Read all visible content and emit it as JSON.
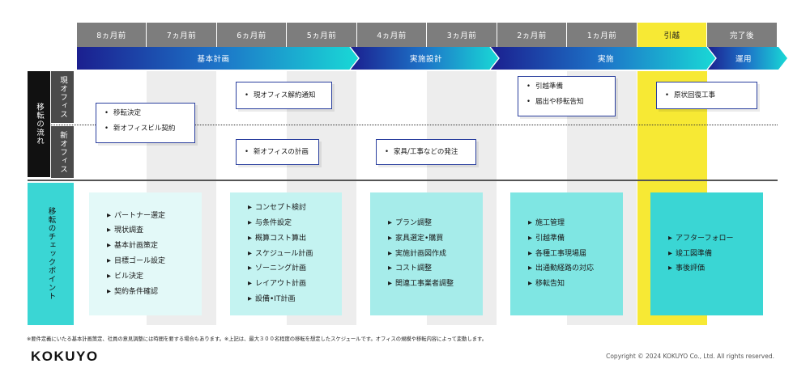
{
  "timeline": {
    "months": [
      "8ヵ月前",
      "7ヵ月前",
      "6ヵ月前",
      "5ヵ月前",
      "4ヵ月前",
      "3ヵ月前",
      "2ヵ月前",
      "1ヵ月前",
      "引越",
      "完了後"
    ],
    "highlight_month": "引越",
    "phases": [
      "基本計画",
      "実施設計",
      "実施",
      "運用"
    ]
  },
  "sidebar": {
    "flow_label": "移転の流れ",
    "current_office_label": "現オフィス",
    "new_office_label": "新オフィス",
    "checkpoint_label": "移転のチェックポイント"
  },
  "tasks": {
    "relocation_decision": [
      "移転決定",
      "新オフィスビル契約"
    ],
    "cancellation_notice": [
      "現オフィス解約通知"
    ],
    "new_office_plan": [
      "新オフィスの計画"
    ],
    "furniture_order": [
      "家具/工事などの発注"
    ],
    "moving_prep": [
      "引越準備",
      "届出や移転告知"
    ],
    "restoration": [
      "原状回復工事"
    ]
  },
  "checkpoints": [
    [
      "パートナー選定",
      "現状調査",
      "基本計画策定",
      "目標ゴール設定",
      "ビル決定",
      "契約条件確認"
    ],
    [
      "コンセプト検討",
      "与条件設定",
      "概算コスト算出",
      "スケジュール計画",
      "ゾーニング計画",
      "レイアウト計画",
      "設備•IT計画"
    ],
    [
      "プラン調整",
      "家具選定•購買",
      "実施計画図作成",
      "コスト調整",
      "関連工事業者調整"
    ],
    [
      "施工管理",
      "引越準備",
      "各種工事現場届",
      "出通勤経路の対応",
      "移転告知"
    ],
    [
      "アフターフォロー",
      "竣工図準備",
      "事後評価"
    ]
  ],
  "footer": {
    "note": "※要件定義にいたる基本計画策定、社員の意見調整には時間を要する場合もあります。※上記は、最大３００名程度の移転を想定したスケジュールです。オフィスの規模や移転内容によって変動します。",
    "logo": "KOKUYO",
    "copyright": "Copyright © 2024 KOKUYO Co., Ltd. All rights reserved."
  },
  "colors": {
    "phase_gradient_start": "#1b1f8f",
    "phase_gradient_end": "#19d9d6",
    "highlight": "#f7e934",
    "checkpoint_panels": [
      "#e3f9f8",
      "#c4f3f1",
      "#a6ecea",
      "#7fe6e3",
      "#3ad6d4"
    ]
  }
}
